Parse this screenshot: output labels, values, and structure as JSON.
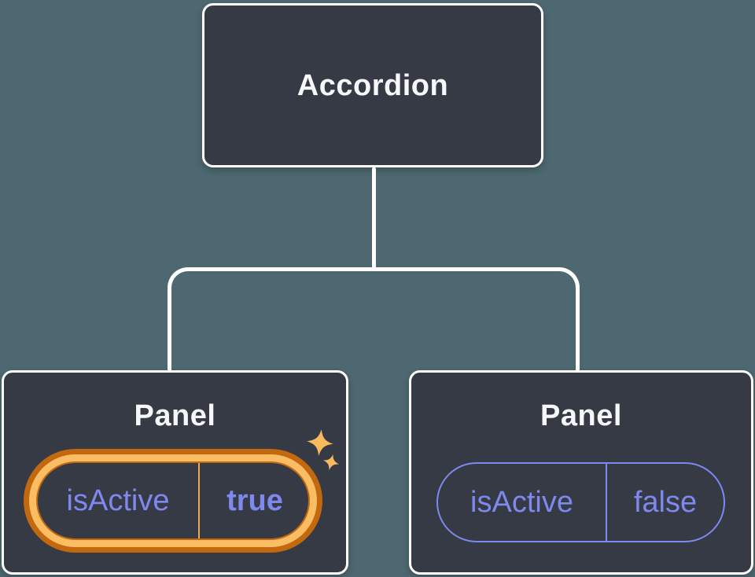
{
  "diagram": {
    "root": {
      "label": "Accordion"
    },
    "panels": [
      {
        "label": "Panel",
        "prop": "isActive",
        "value": "true",
        "highlighted": true,
        "has_sparkles": true
      },
      {
        "label": "Panel",
        "prop": "isActive",
        "value": "false",
        "highlighted": false,
        "has_sparkles": false
      }
    ]
  },
  "colors": {
    "background": "#4D6870",
    "box_fill": "#353A44",
    "box_border": "#FFFFFF",
    "title_text": "#F6F7F9",
    "state_text": "#7F88EE",
    "highlight_gold": "#FABD63",
    "highlight_orange": "#C2690F",
    "divider_active": "#E8A94F",
    "sparkle": "#F9B95F",
    "connector": "#FFFFFF"
  }
}
